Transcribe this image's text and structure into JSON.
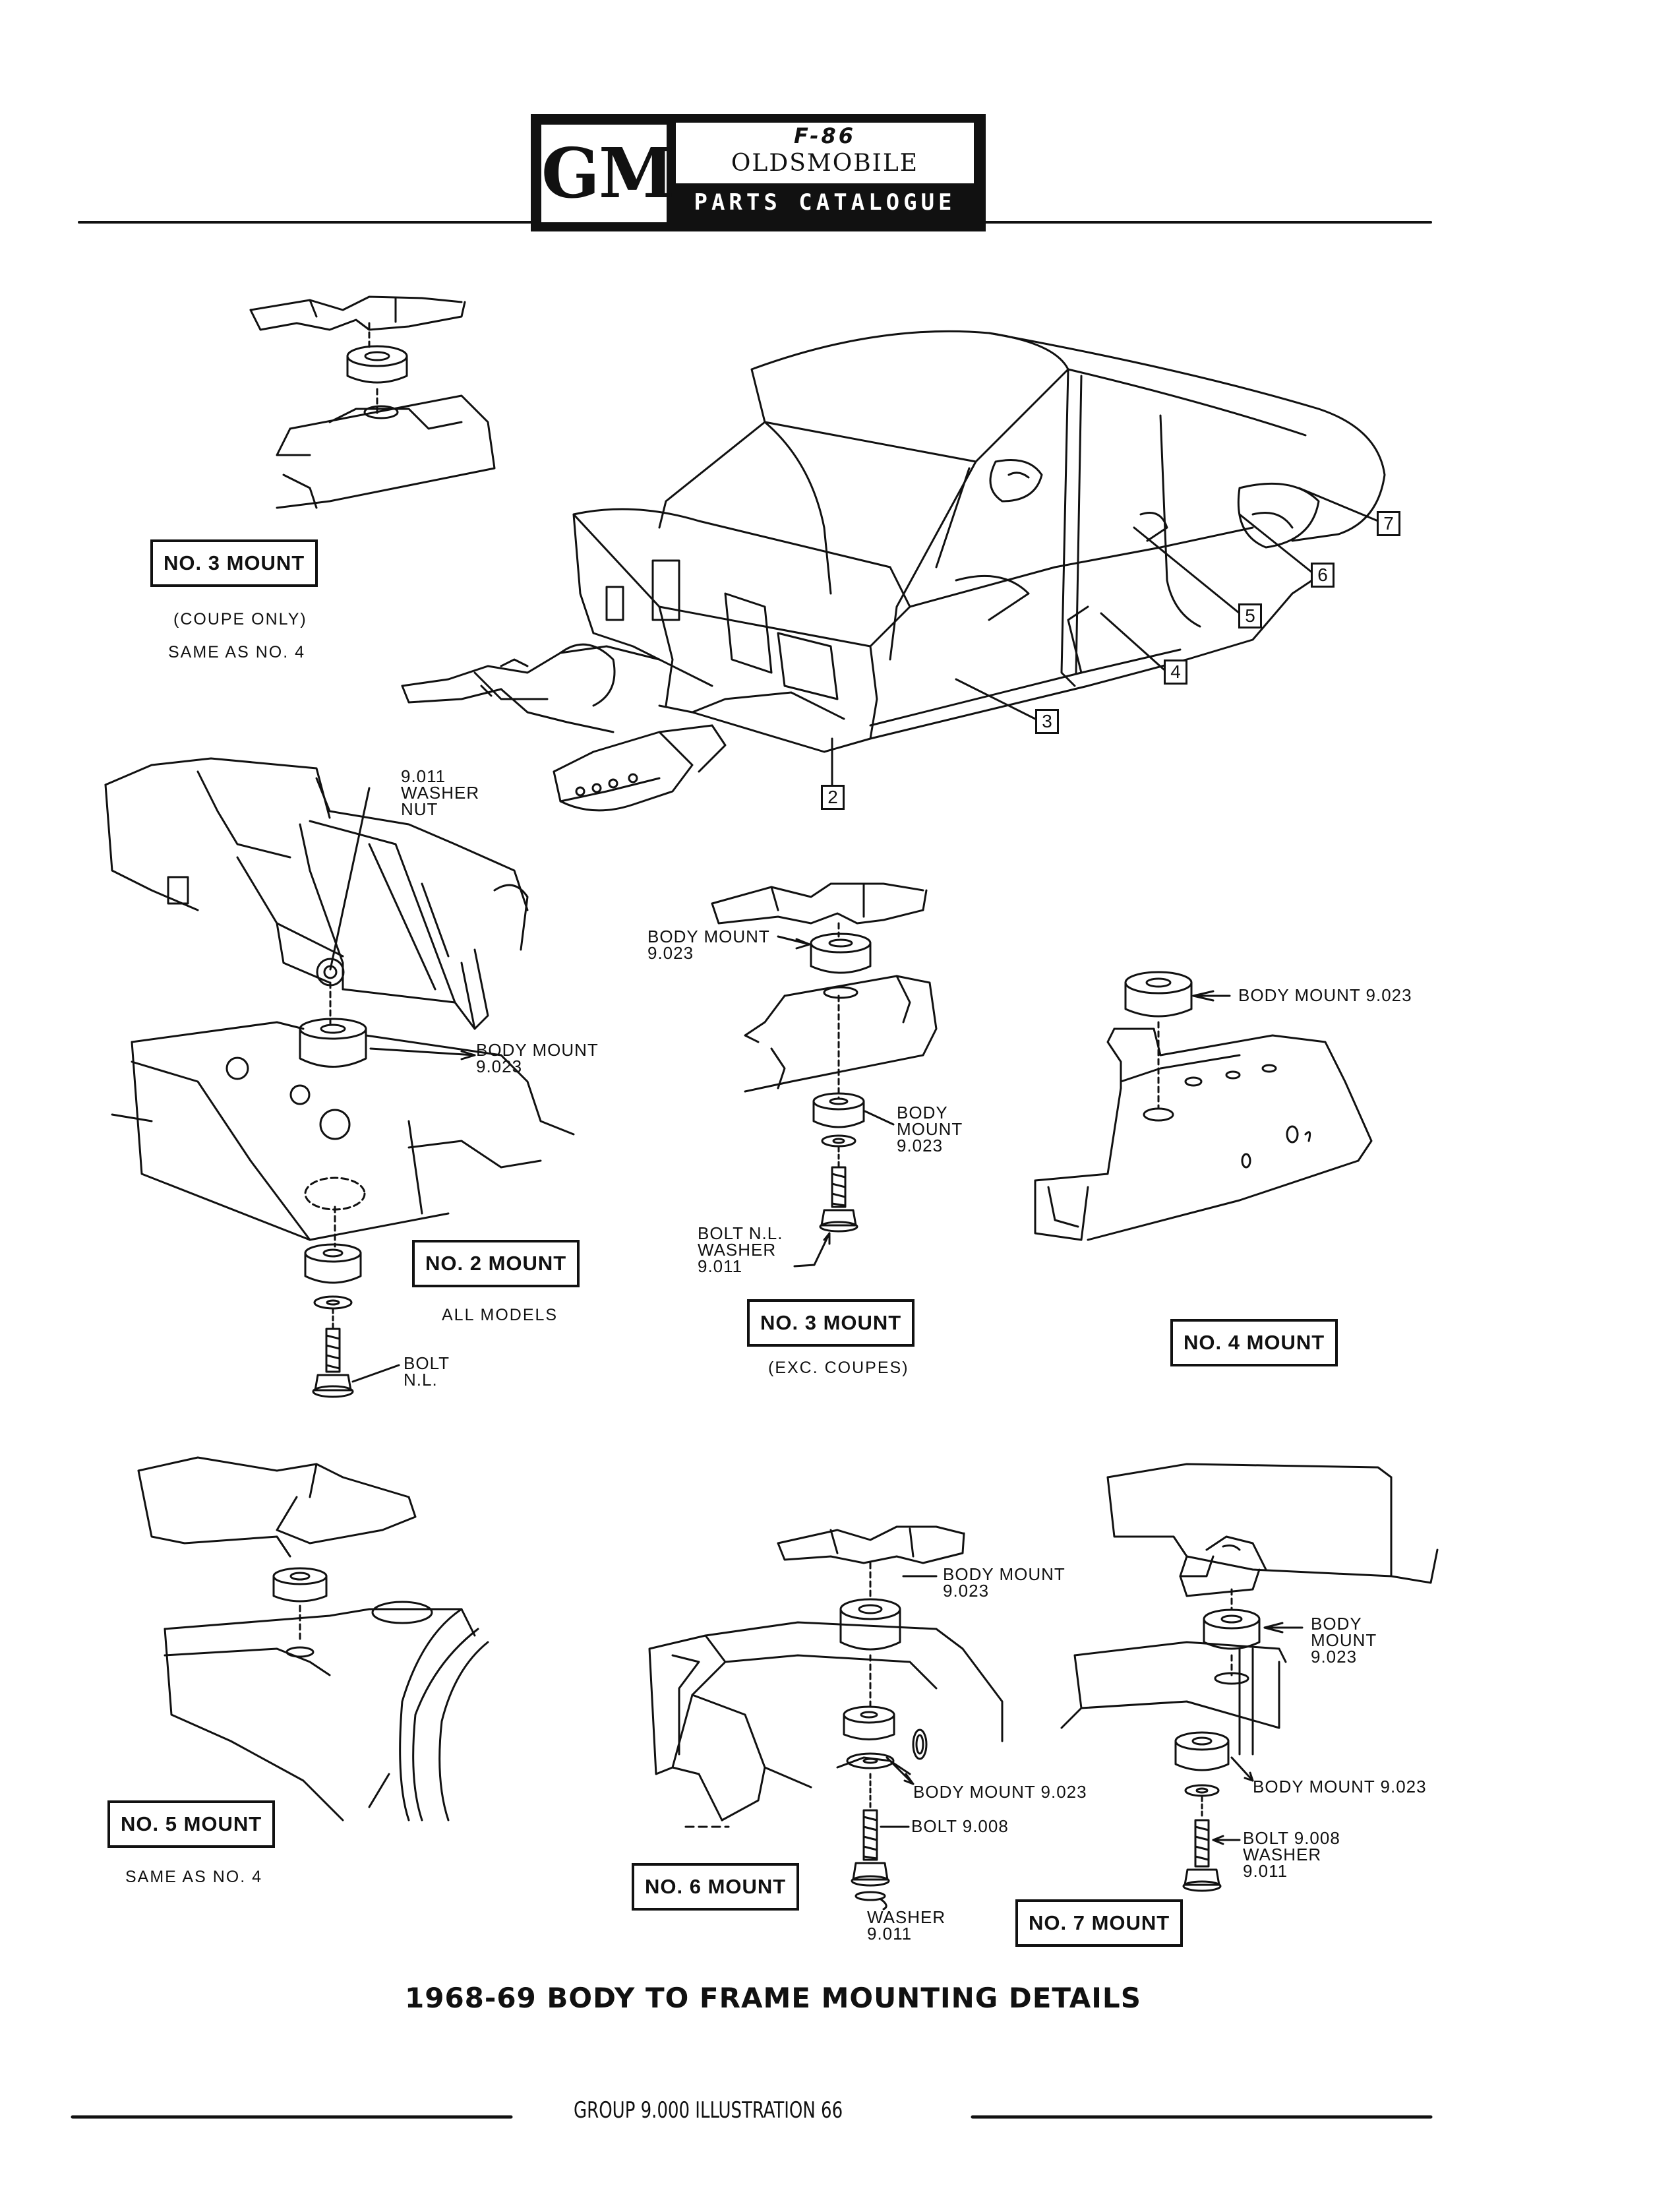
{
  "header": {
    "brand": "GM",
    "logo_script": "F-86",
    "make": "OLDSMOBILE",
    "catalogue": "PARTS CATALOGUE"
  },
  "callouts": {
    "washer_nut_top": "9.011\nWASHER\nNUT",
    "body_mount_left": "BODY MOUNT\n9.023",
    "bolt_left": "BOLT\nN.L.",
    "body_mount_center_top": "BODY MOUNT\n9.023",
    "body_mount_center_lower": "BODY\nMOUNT\n9.023",
    "bolt_washer_center": "BOLT N.L.\nWASHER\n9.011",
    "body_mount_no4": "BODY MOUNT 9.023",
    "body_mount_no6_top": "BODY MOUNT\n9.023",
    "body_mount_no6_lower": "BODY MOUNT 9.023",
    "bolt_no6": "BOLT 9.008",
    "washer_no6": "WASHER\n9.011",
    "body_mount_no7_top": "BODY\nMOUNT\n9.023",
    "body_mount_no7_lower": "BODY MOUNT 9.023",
    "bolt_washer_no7": "BOLT 9.008\nWASHER\n9.011"
  },
  "mounts": {
    "no3_coupe": {
      "label": "NO. 3 MOUNT",
      "note_1": "(COUPE ONLY)",
      "note_2": "SAME AS NO. 4"
    },
    "no2": {
      "label": "NO. 2 MOUNT",
      "note": "ALL MODELS"
    },
    "no3_exc": {
      "label": "NO. 3 MOUNT",
      "note": "(EXC. COUPES)"
    },
    "no4": {
      "label": "NO. 4 MOUNT"
    },
    "no5": {
      "label": "NO. 5 MOUNT",
      "note": "SAME AS NO. 4"
    },
    "no6": {
      "label": "NO. 6 MOUNT"
    },
    "no7": {
      "label": "NO. 7 MOUNT"
    }
  },
  "index_numbers": [
    "7",
    "6",
    "5",
    "4",
    "3",
    "2"
  ],
  "title": "1968-69 BODY TO FRAME MOUNTING DETAILS",
  "footer": "GROUP 9.000 ILLUSTRATION 66"
}
